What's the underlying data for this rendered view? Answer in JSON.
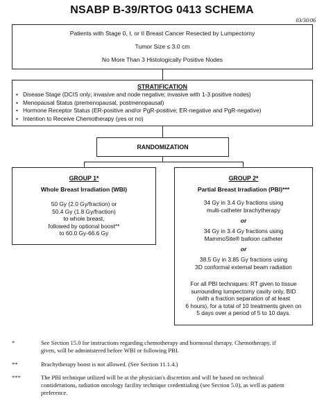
{
  "title": "NSABP B-39/RTOG 0413 SCHEMA",
  "date": "03/30/06",
  "eligibility": {
    "line1": "Patients with Stage 0, I, or II Breast Cancer Resected by Lumpectomy",
    "line2": "Tumor Size ≤ 3.0 cm",
    "line3": "No More Than 3 Histologically Positive Nodes"
  },
  "stratification": {
    "heading": "STRATIFICATION",
    "items": [
      "Disease Stage (DCIS only; invasive and node negative; invasive with 1-3 positive nodes)",
      "Menopausal Status (premenopausal, postmenopausal)",
      "Hormone Receptor Status (ER-positive and/or PgR-positive; ER-negative and PgR-negative)",
      "Intention to Receive Chemotherapy (yes or no)"
    ]
  },
  "randomization": "RANDOMIZATION",
  "group1": {
    "heading": "GROUP 1*",
    "subheading": "Whole Breast Irradiation (WBI)",
    "lines": [
      "50 Gy (2.0 Gy/fraction) or",
      "50.4 Gy (1.8 Gy/fraction)",
      "to whole breast,",
      "followed by optional boost**",
      "to 60.0 Gy-66.6 Gy"
    ]
  },
  "group2": {
    "heading": "GROUP 2*",
    "subheading": "Partial Breast Irradiation (PBI)***",
    "option1": [
      "34 Gy in 3.4 Gy fractions using",
      "multi-catheter brachytherapy"
    ],
    "or1": "or",
    "option2": [
      "34 Gy in 3.4 Gy fractions using",
      "MammoSite® balloon catheter"
    ],
    "or2": "or",
    "option3": [
      "38.5 Gy in 3.85 Gy fractions using",
      "3D conformal external beam radiation"
    ],
    "notes": [
      "For all PBI techniques: RT given to tissue",
      "surrounding lumpectomy cavity only, BID",
      "(with a fraction separation of at least",
      "6 hours), for a total of 10 treatments given on",
      "5 days over a period of 5 to 10 days."
    ]
  },
  "footnotes": [
    {
      "marker": "*",
      "lines": [
        "See Section 15.0 for instructions regarding chemotherapy and hormonal therapy.  Chemotherapy, if",
        "given, will be administered before WBI or following PBI."
      ]
    },
    {
      "marker": "**",
      "lines": [
        "Brachytherapy boost is not allowed.  (See Section 11.1.4.)"
      ]
    },
    {
      "marker": "***",
      "lines": [
        "The PBI technique utilized will be at the physician's discretion and will be based on technical",
        "considerations, radiation oncology facility technique credentialing (see Section 5.0), as well as patient",
        "preference."
      ]
    }
  ]
}
